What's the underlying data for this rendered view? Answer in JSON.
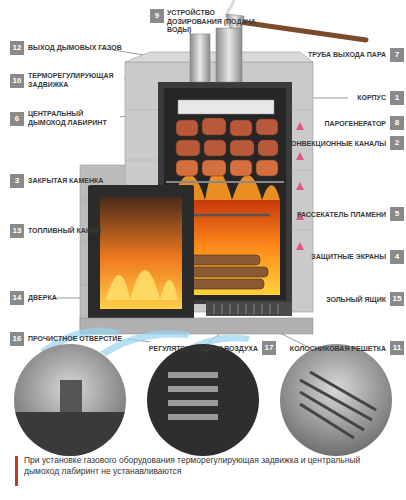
{
  "diagram": {
    "labels": [
      "9",
      "УСТРОЙСТВО ДОЗИРОВАНИЯ (ПОДАЧА ВОДЫ)",
      "12",
      "ВЫХОД ДЫМОВЫХ ГАЗОВ",
      "ТРУБА ВЫХОДА ПАРА",
      "7",
      "10",
      "ТЕРМОРЕГУЛИРУЮЩАЯ ЗАДВИЖКА",
      "КОРПУС",
      "1",
      "6",
      "ЦЕНТРАЛЬНЫЙ ДЫМОХОД ЛАБИРИНТ",
      "ПАРОГЕНЕРАТОР",
      "8",
      "КОНВЕКЦИОННЫЕ КАНАЛЫ",
      "2",
      "3",
      "ЗАКРЫТАЯ КАМЕНКА",
      "РАССЕКАТЕЛЬ ПЛАМЕНИ",
      "5",
      "13",
      "ТОПЛИВНЫЙ КАНАЛ",
      "ЗАЩИТНЫЕ ЭКРАНЫ",
      "4",
      "14",
      "ДВЕРКА",
      "ЗОЛЬНЫЙ ЯЩИК",
      "15",
      "16",
      "ПРОЧИСТНОЕ ОТВЕРСТИЕ",
      "РЕГУЛЯТОР ПОДАЧИ ВОЗДУХА",
      "17",
      "КОЛОСНИКОВАЯ РЕШЕТКА",
      "11",
      "При установке газового оборудования терморегулирующая задвижка и центральный дымоход лабиринт не устанавливаются"
    ]
  }
}
